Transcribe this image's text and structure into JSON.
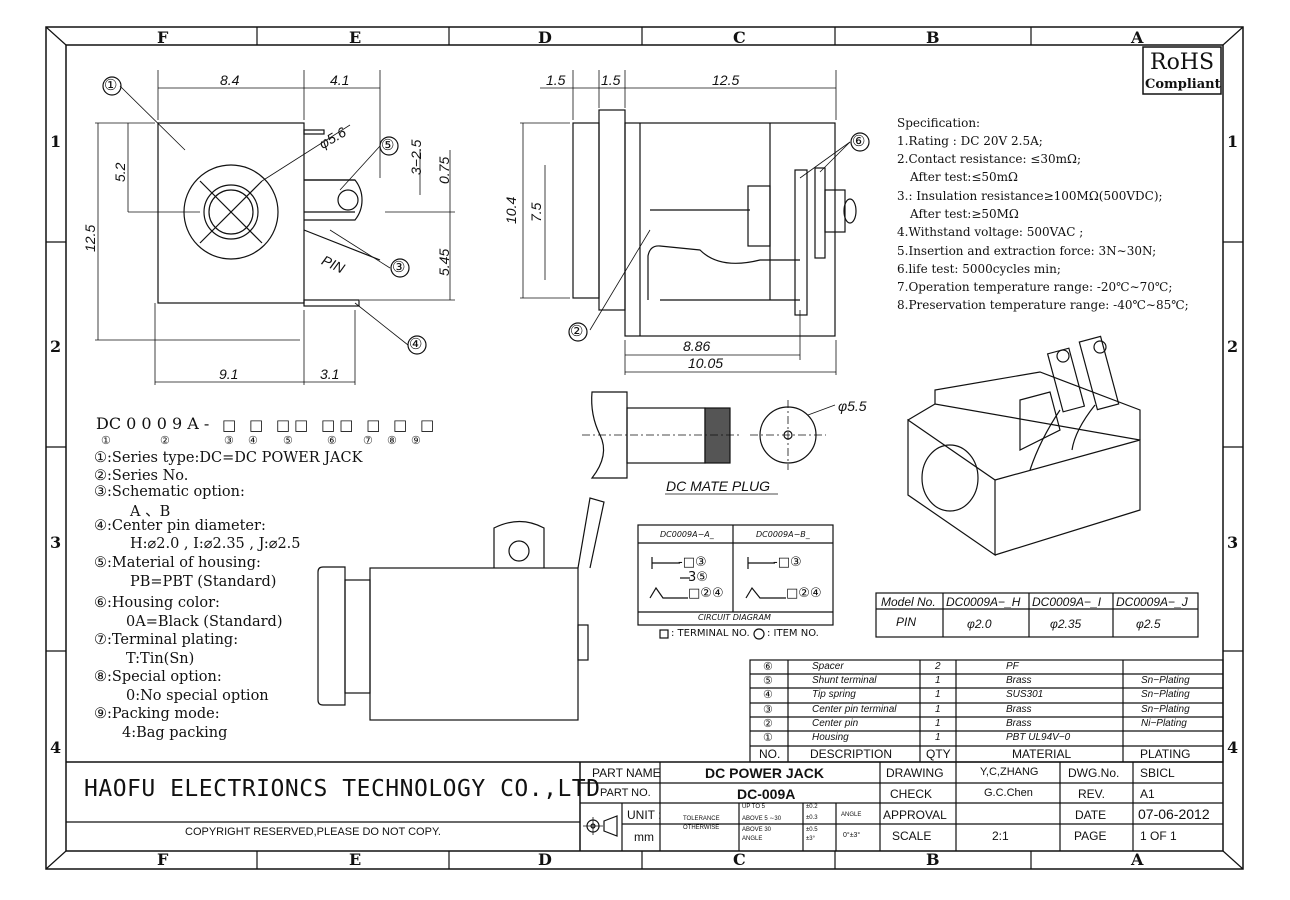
{
  "zones": {
    "columns": [
      "F",
      "E",
      "D",
      "C",
      "B",
      "A"
    ],
    "rows": [
      "1",
      "2",
      "3",
      "4"
    ]
  },
  "rohs": {
    "main": "RoHS",
    "sub": "Compliant"
  },
  "dimensions": {
    "d8_4": "8.4",
    "d4_1": "4.1",
    "phi5_6": "φ5.6",
    "d3_2_5": "3−2.5",
    "d0_75": "0.75",
    "d5_2": "5.2",
    "d12_5_v": "12.5",
    "d5_45": "5.45",
    "pin": "PIN",
    "d9_1": "9.1",
    "d3_1": "3.1",
    "d1_5a": "1.5",
    "d1_5b": "1.5",
    "d12_5": "12.5",
    "d10_4": "10.4",
    "d7_5": "7.5",
    "d8_86": "8.86",
    "d10_05": "10.05",
    "phi5_5": "φ5.5"
  },
  "callouts": [
    "①",
    "②",
    "③",
    "④",
    "⑤",
    "⑥"
  ],
  "specification": {
    "title": "Specification:",
    "lines": [
      "1.Rating : DC 20V 2.5A;",
      "2.Contact resistance: ≤30mΩ;",
      "  After test:≤50mΩ",
      "3.: Insulation resistance≥100MΩ(500VDC);",
      "  After test:≥50MΩ",
      "4.Withstand voltage: 500VAC ;",
      "5.Insertion and extraction force: 3N∼30N;",
      "6.life test: 5000cycles min;",
      "7.Operation temperature range: -20℃∼70℃;",
      "8.Preservation temperature range: -40℃∼85℃;"
    ]
  },
  "part_code": {
    "code": "DC 0 0 0 9 A -",
    "nums": [
      "①",
      "②",
      "③",
      "④",
      "⑤",
      "⑥",
      "⑦",
      "⑧",
      "⑨"
    ]
  },
  "options": [
    "①:Series type:DC=DC POWER JACK",
    "②:Series No.",
    "③:Schematic option:",
    "A 、B",
    "④:Center pin diameter:",
    "H:⌀2.0 , I:⌀2.35 , J:⌀2.5",
    "⑤:Material of housing:",
    "PB=PBT (Standard)",
    "⑥:Housing color:",
    "0A=Black (Standard)",
    "⑦:Terminal plating:",
    "T:Tin(Sn)",
    "⑧:Special option:",
    "0:No special option",
    "⑨:Packing mode:",
    "4:Bag packing"
  ],
  "mate_plug": "DC MATE PLUG",
  "circuit": {
    "col_a": "DC0009A−A_",
    "col_b": "DC0009A−B_",
    "title": "CIRCUIT DIAGRAM",
    "a_nums": [
      "③",
      "⑤",
      "②④"
    ],
    "b_nums": [
      "③",
      "②④"
    ],
    "legend_terminal": ": TERMINAL NO.",
    "legend_item": ": ITEM NO."
  },
  "model_table": {
    "headers": [
      "Model No.",
      "DC0009A−_H",
      "DC0009A−_I",
      "DC0009A−_J"
    ],
    "row": [
      "PIN",
      "φ2.0",
      "φ2.35",
      "φ2.5"
    ]
  },
  "bom": {
    "rows": [
      [
        "⑥",
        "Spacer",
        "2",
        "PF",
        ""
      ],
      [
        "⑤",
        "Shunt terminal",
        "1",
        "Brass",
        "Sn−Plating"
      ],
      [
        "④",
        "Tip spring",
        "1",
        "SUS301",
        "Sn−Plating"
      ],
      [
        "③",
        "Center pin terminal",
        "1",
        "Brass",
        "Sn−Plating"
      ],
      [
        "②",
        "Center pin",
        "1",
        "Brass",
        "Ni−Plating"
      ],
      [
        "①",
        "Housing",
        "1",
        "PBT UL94V−0",
        ""
      ]
    ],
    "header": [
      "NO.",
      "DESCRIPTION",
      "QTY",
      "MATERIAL",
      "PLATING"
    ]
  },
  "title_block": {
    "company": "HAOFU ELECTRIONCS TECHNOLOGY CO.,LTD",
    "copyright": "COPYRIGHT RESERVED,PLEASE DO NOT COPY.",
    "part_name_label": "PART NAME",
    "part_name": "DC POWER JACK",
    "part_no_label": "PART NO.",
    "part_no": "DC-009A",
    "unit_label": "UNIT :",
    "unit": "mm",
    "tol_1": "TOLERANCE",
    "tol_2": "OTHERWISE",
    "tol_r1": "UP TO 5",
    "tol_r2": "ABOVE 5 ∼30",
    "tol_r3": "ABOVE 30",
    "tol_r4": "ANGLE",
    "tol_v1": "±0.2",
    "tol_v2": "±0.3",
    "tol_v3": "±0.5",
    "tol_v4": "±3°",
    "angle_label": "ANGLE",
    "angle_val": "0°±3°",
    "drawing_label": "DRAWING",
    "drawing": "Y,C,ZHANG",
    "check_label": "CHECK",
    "check": "G.C.Chen",
    "approval_label": "APPROVAL",
    "scale_label": "SCALE",
    "scale": "2:1",
    "dwg_label": "DWG.No.",
    "dwg": "SBICL",
    "rev_label": "REV.",
    "rev": "A1",
    "date_label": "DATE",
    "date": "07-06-2012",
    "page_label": "PAGE",
    "page": "1 OF 1"
  }
}
